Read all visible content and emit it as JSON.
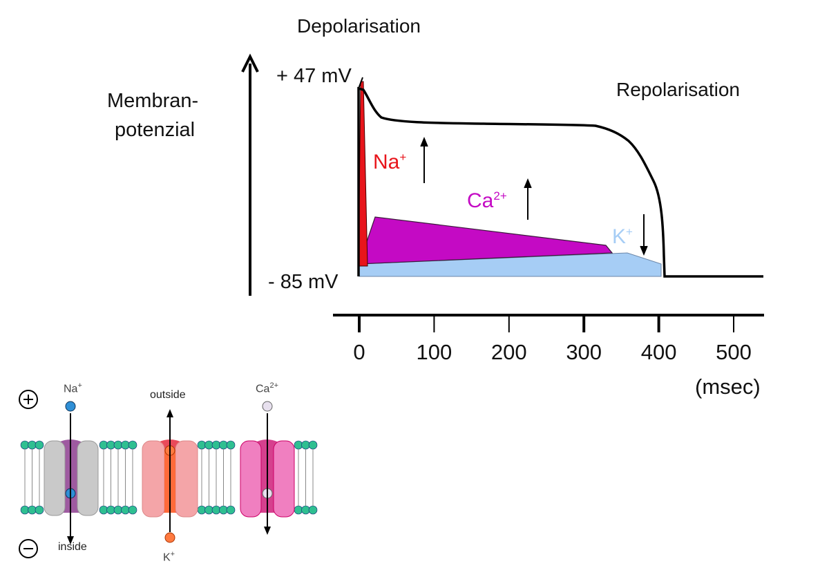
{
  "labels": {
    "depolarisation": "Depolarisation",
    "repolarisation": "Repolarisation",
    "membran_line1": "Membran-",
    "membran_line2": "potenzial",
    "v_top": "+ 47 mV",
    "v_bottom": "- 85 mV",
    "unit": "(msec)"
  },
  "ions": {
    "na": "Na",
    "na_sup": "+",
    "ca": "Ca",
    "ca_sup": "2+",
    "k": "K",
    "k_sup": "+"
  },
  "channel_diagram": {
    "na": "Na",
    "na_sup": "+",
    "outside": "outside",
    "ca": "Ca",
    "ca_sup": "2+",
    "inside": "inside",
    "k": "K",
    "k_sup": "+",
    "plus_icon": "plus-sign-icon",
    "minus_icon": "minus-sign-icon"
  },
  "chart_data": {
    "type": "line",
    "xlabel": "(msec)",
    "ticks_x": [
      0,
      100,
      200,
      300,
      400,
      500
    ],
    "tick_labels": [
      "0",
      "100",
      "200",
      "300",
      "400",
      "500"
    ],
    "y_labels": [
      "+ 47 mV",
      "- 85 mV"
    ],
    "ion_currents": [
      {
        "ion": "Na+",
        "direction": "in",
        "color": "#e8151b"
      },
      {
        "ion": "Ca2+",
        "direction": "in",
        "color": "#c40ac4"
      },
      {
        "ion": "K+",
        "direction": "out",
        "color": "#a6cdf5"
      }
    ],
    "colors": {
      "na": "#e8151b",
      "ca": "#c40ac4",
      "k": "#a6cdf5",
      "line": "#000000"
    }
  }
}
